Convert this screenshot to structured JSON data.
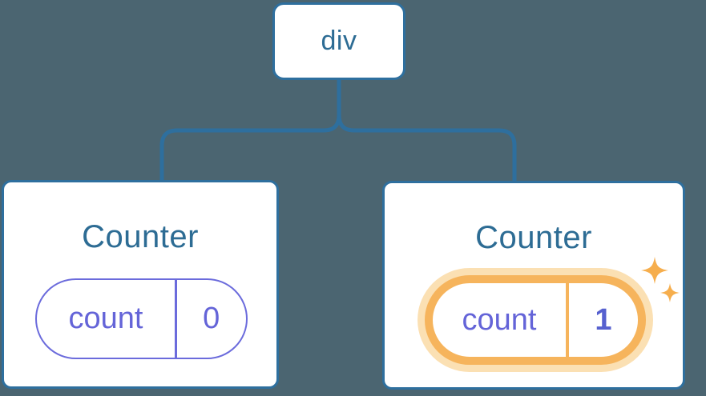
{
  "diagram": {
    "root": {
      "label": "div"
    },
    "children": [
      {
        "title": "Counter",
        "state": {
          "key": "count",
          "value": "0"
        },
        "highlighted": false
      },
      {
        "title": "Counter",
        "state": {
          "key": "count",
          "value": "1"
        },
        "highlighted": true
      }
    ]
  },
  "colors": {
    "background": "#4B6571",
    "connector_line": "#2E6F9E",
    "node_border": "#2E6F9E",
    "node_text": "#2D6C94",
    "card_background": "#FFFFFF",
    "state_pill_border": "#6B6BDC",
    "state_text": "#6464D8",
    "updated_value_text": "#5660CF",
    "highlight_orange": "#F6B45C",
    "highlight_glow": "#FBE0B3",
    "sparkle": "#F6AE4D"
  }
}
